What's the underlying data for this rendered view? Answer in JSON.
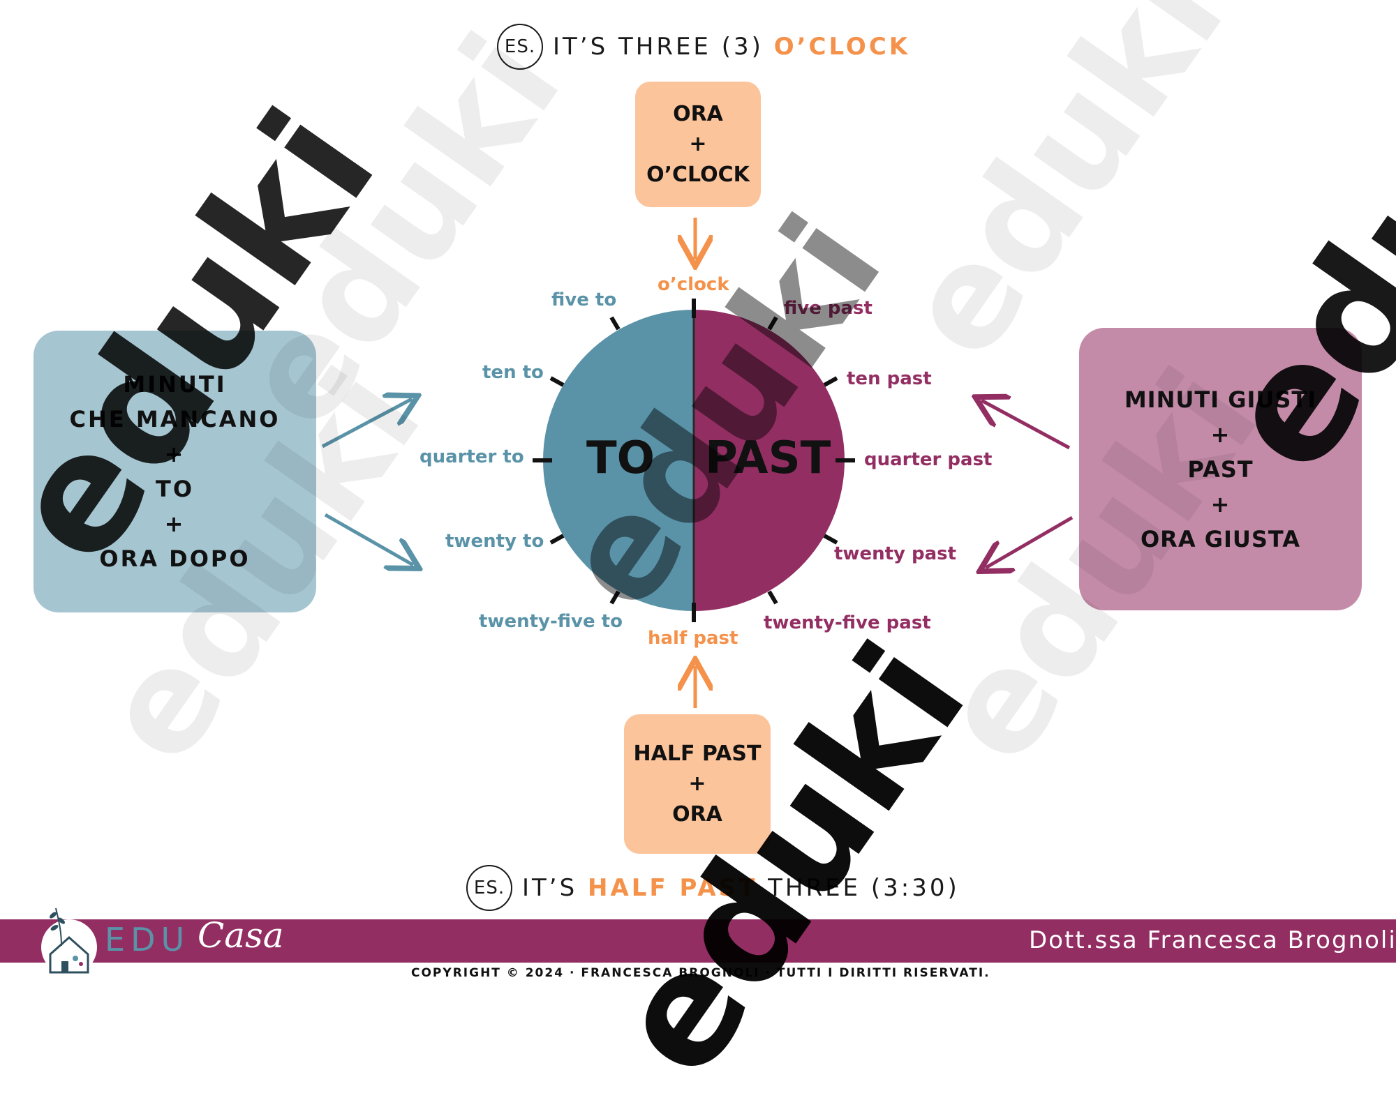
{
  "watermark": {
    "text": "eduki"
  },
  "example_top": {
    "badge": "ES.",
    "before": "IT’S THREE (3) ",
    "highlight": "O’CLOCK",
    "after": ""
  },
  "example_bottom": {
    "badge": "ES.",
    "before": "IT’S ",
    "highlight": "HALF PAST",
    "after": " THREE (3:30)"
  },
  "box_top": {
    "lines": [
      "ORA",
      "+",
      "O’CLOCK"
    ]
  },
  "box_bottom": {
    "lines": [
      "HALF PAST",
      "+",
      "ORA"
    ]
  },
  "box_left": {
    "lines": [
      "MINUTI",
      "CHE MANCANO",
      "+",
      "TO",
      "+",
      "ORA DOPO"
    ]
  },
  "box_right": {
    "lines": [
      "MINUTI GIUSTI",
      "+",
      "PAST",
      "+",
      "ORA GIUSTA"
    ]
  },
  "clock": {
    "left_word": "TO",
    "right_word": "PAST",
    "labels": {
      "oclock": "o’clock",
      "five_to": "five to",
      "ten_to": "ten to",
      "quarter_to": "quarter to",
      "twenty_to": "twenty to",
      "twenty_five_to": "twenty-five to",
      "half_past": "half past",
      "five_past": "five past",
      "ten_past": "ten past",
      "quarter_past": "quarter past",
      "twenty_past": "twenty past",
      "twenty_five_past": "twenty-five past"
    }
  },
  "footer": {
    "logo_edu": "EDU",
    "logo_casa": "Casa",
    "author": "Dott.ssa Francesca Brognoli",
    "copyright": "COPYRIGHT © 2024 · FRANCESCA BROGNOLI · TUTTI I DIRITTI RISERVATI."
  },
  "colors": {
    "teal": "#5a93a8",
    "plum": "#932e63",
    "orange": "#f4914a",
    "peach": "#fcc49b",
    "light_blue": "#a5c5d1",
    "light_plum": "#c48ba8"
  }
}
